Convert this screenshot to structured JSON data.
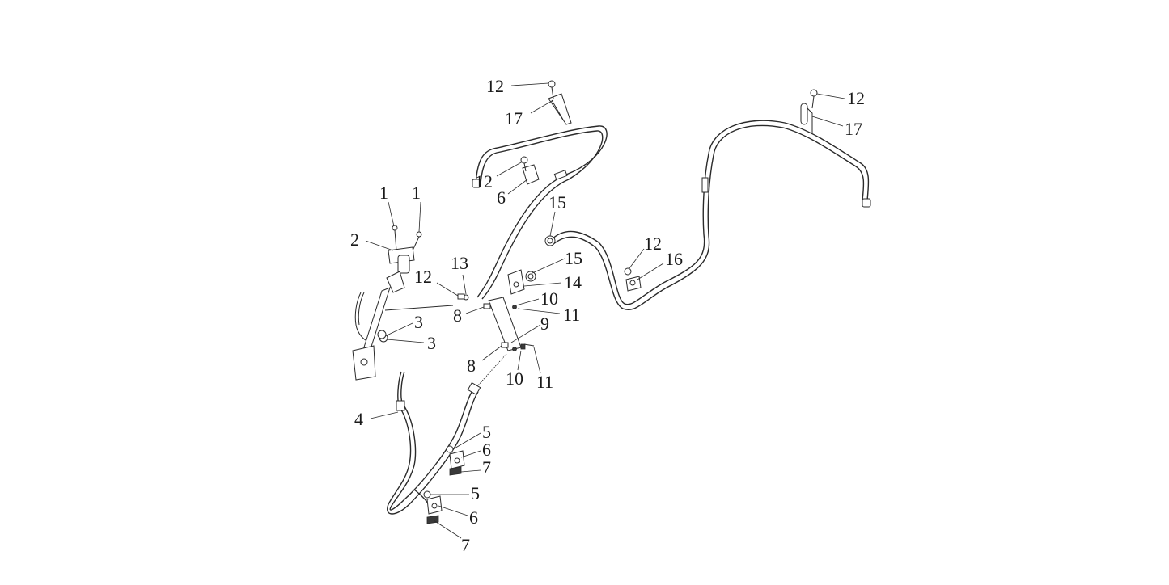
{
  "callouts": [
    "12",
    "17",
    "12",
    "6",
    "1",
    "1",
    "2",
    "15",
    "15",
    "13",
    "12",
    "14",
    "10",
    "11",
    "8",
    "3",
    "3",
    "9",
    "8",
    "10",
    "11",
    "4",
    "5",
    "6",
    "7",
    "5",
    "6",
    "7",
    "12",
    "17",
    "12",
    "16"
  ],
  "colors": {
    "line": "#2a2a2a",
    "background": "#ffffff"
  }
}
